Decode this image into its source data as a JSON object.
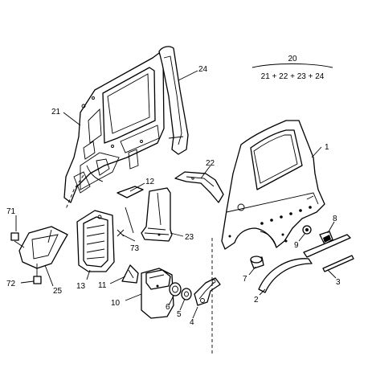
{
  "callouts": {
    "c1": "1",
    "c2": "2",
    "c3": "3",
    "c4": "4",
    "c5": "5",
    "c6": "6",
    "c7": "7",
    "c8": "8",
    "c9": "9",
    "c10": "10",
    "c11": "11",
    "c12": "12",
    "c13": "13",
    "c21": "21",
    "c22": "22",
    "c23": "23",
    "c24": "24",
    "c25": "25",
    "c71": "71",
    "c72": "72",
    "c73": "73"
  },
  "assembly": {
    "number": "20",
    "formula": "21 + 22 + 23 + 24"
  },
  "colors": {
    "line": "#000000",
    "background": "#ffffff"
  }
}
